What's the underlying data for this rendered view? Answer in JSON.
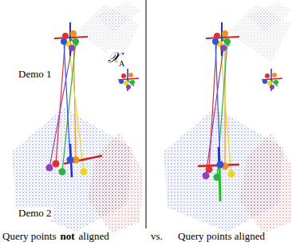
{
  "diagram": {
    "labels": [
      "Demo 1",
      "Demo 2",
      "𝒳",
      "A",
      "Query points",
      "not",
      "aligned",
      "vs.",
      "Query points aligned"
    ]
  }
}
